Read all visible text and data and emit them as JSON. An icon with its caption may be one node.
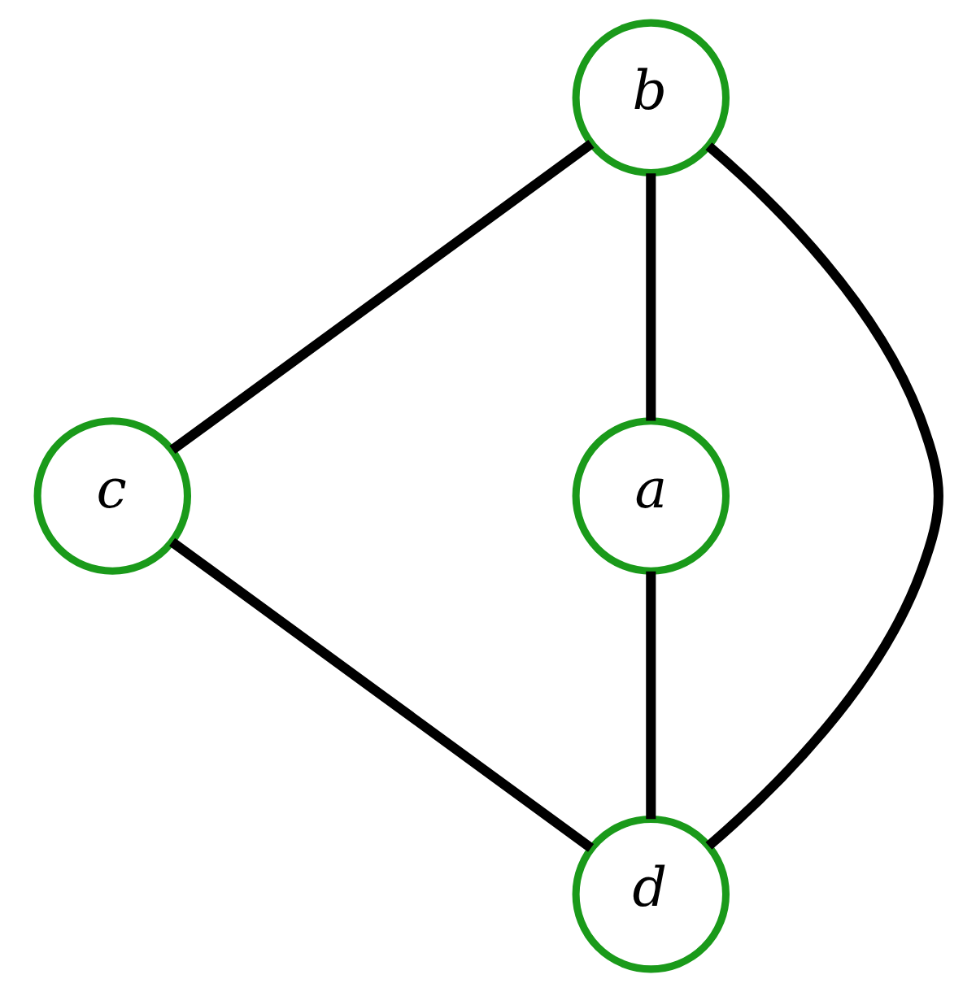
{
  "diagram": {
    "nodes": [
      {
        "text": [
          "b"
        ]
      },
      {
        "text": [
          "c"
        ]
      },
      {
        "text": [
          "a"
        ]
      },
      {
        "text": [
          "d"
        ]
      }
    ],
    "edges": [
      {
        "from": 0,
        "to": 1,
        "arrow": "none"
      },
      {
        "from": 0,
        "to": 3,
        "arrow": "none"
      },
      {
        "from": 0,
        "to": 2,
        "arrow": "none"
      },
      {
        "from": 1,
        "to": 3,
        "arrow": "none"
      },
      {
        "from": 2,
        "to": 3,
        "arrow": "none"
      }
    ]
  }
}
